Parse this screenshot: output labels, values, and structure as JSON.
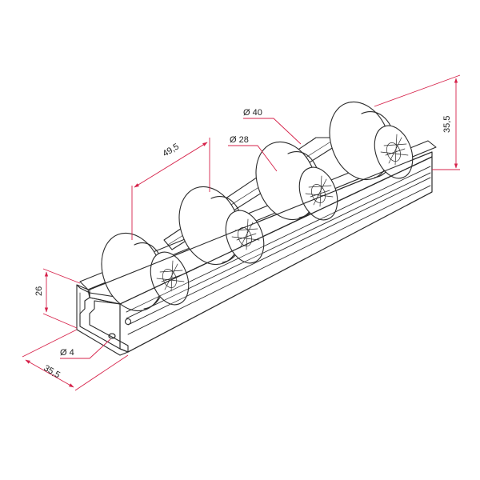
{
  "colors": {
    "line": "#2a2a2a",
    "dimension": "#d6224a",
    "background": "#ffffff"
  },
  "dimensions": {
    "pitch": "49,5",
    "outer_diameter": "Ø 40",
    "inner_diameter": "Ø 28",
    "total_height": "35,5",
    "profile_height": "26",
    "hole_diameter": "Ø 4",
    "profile_width": "35,5"
  }
}
